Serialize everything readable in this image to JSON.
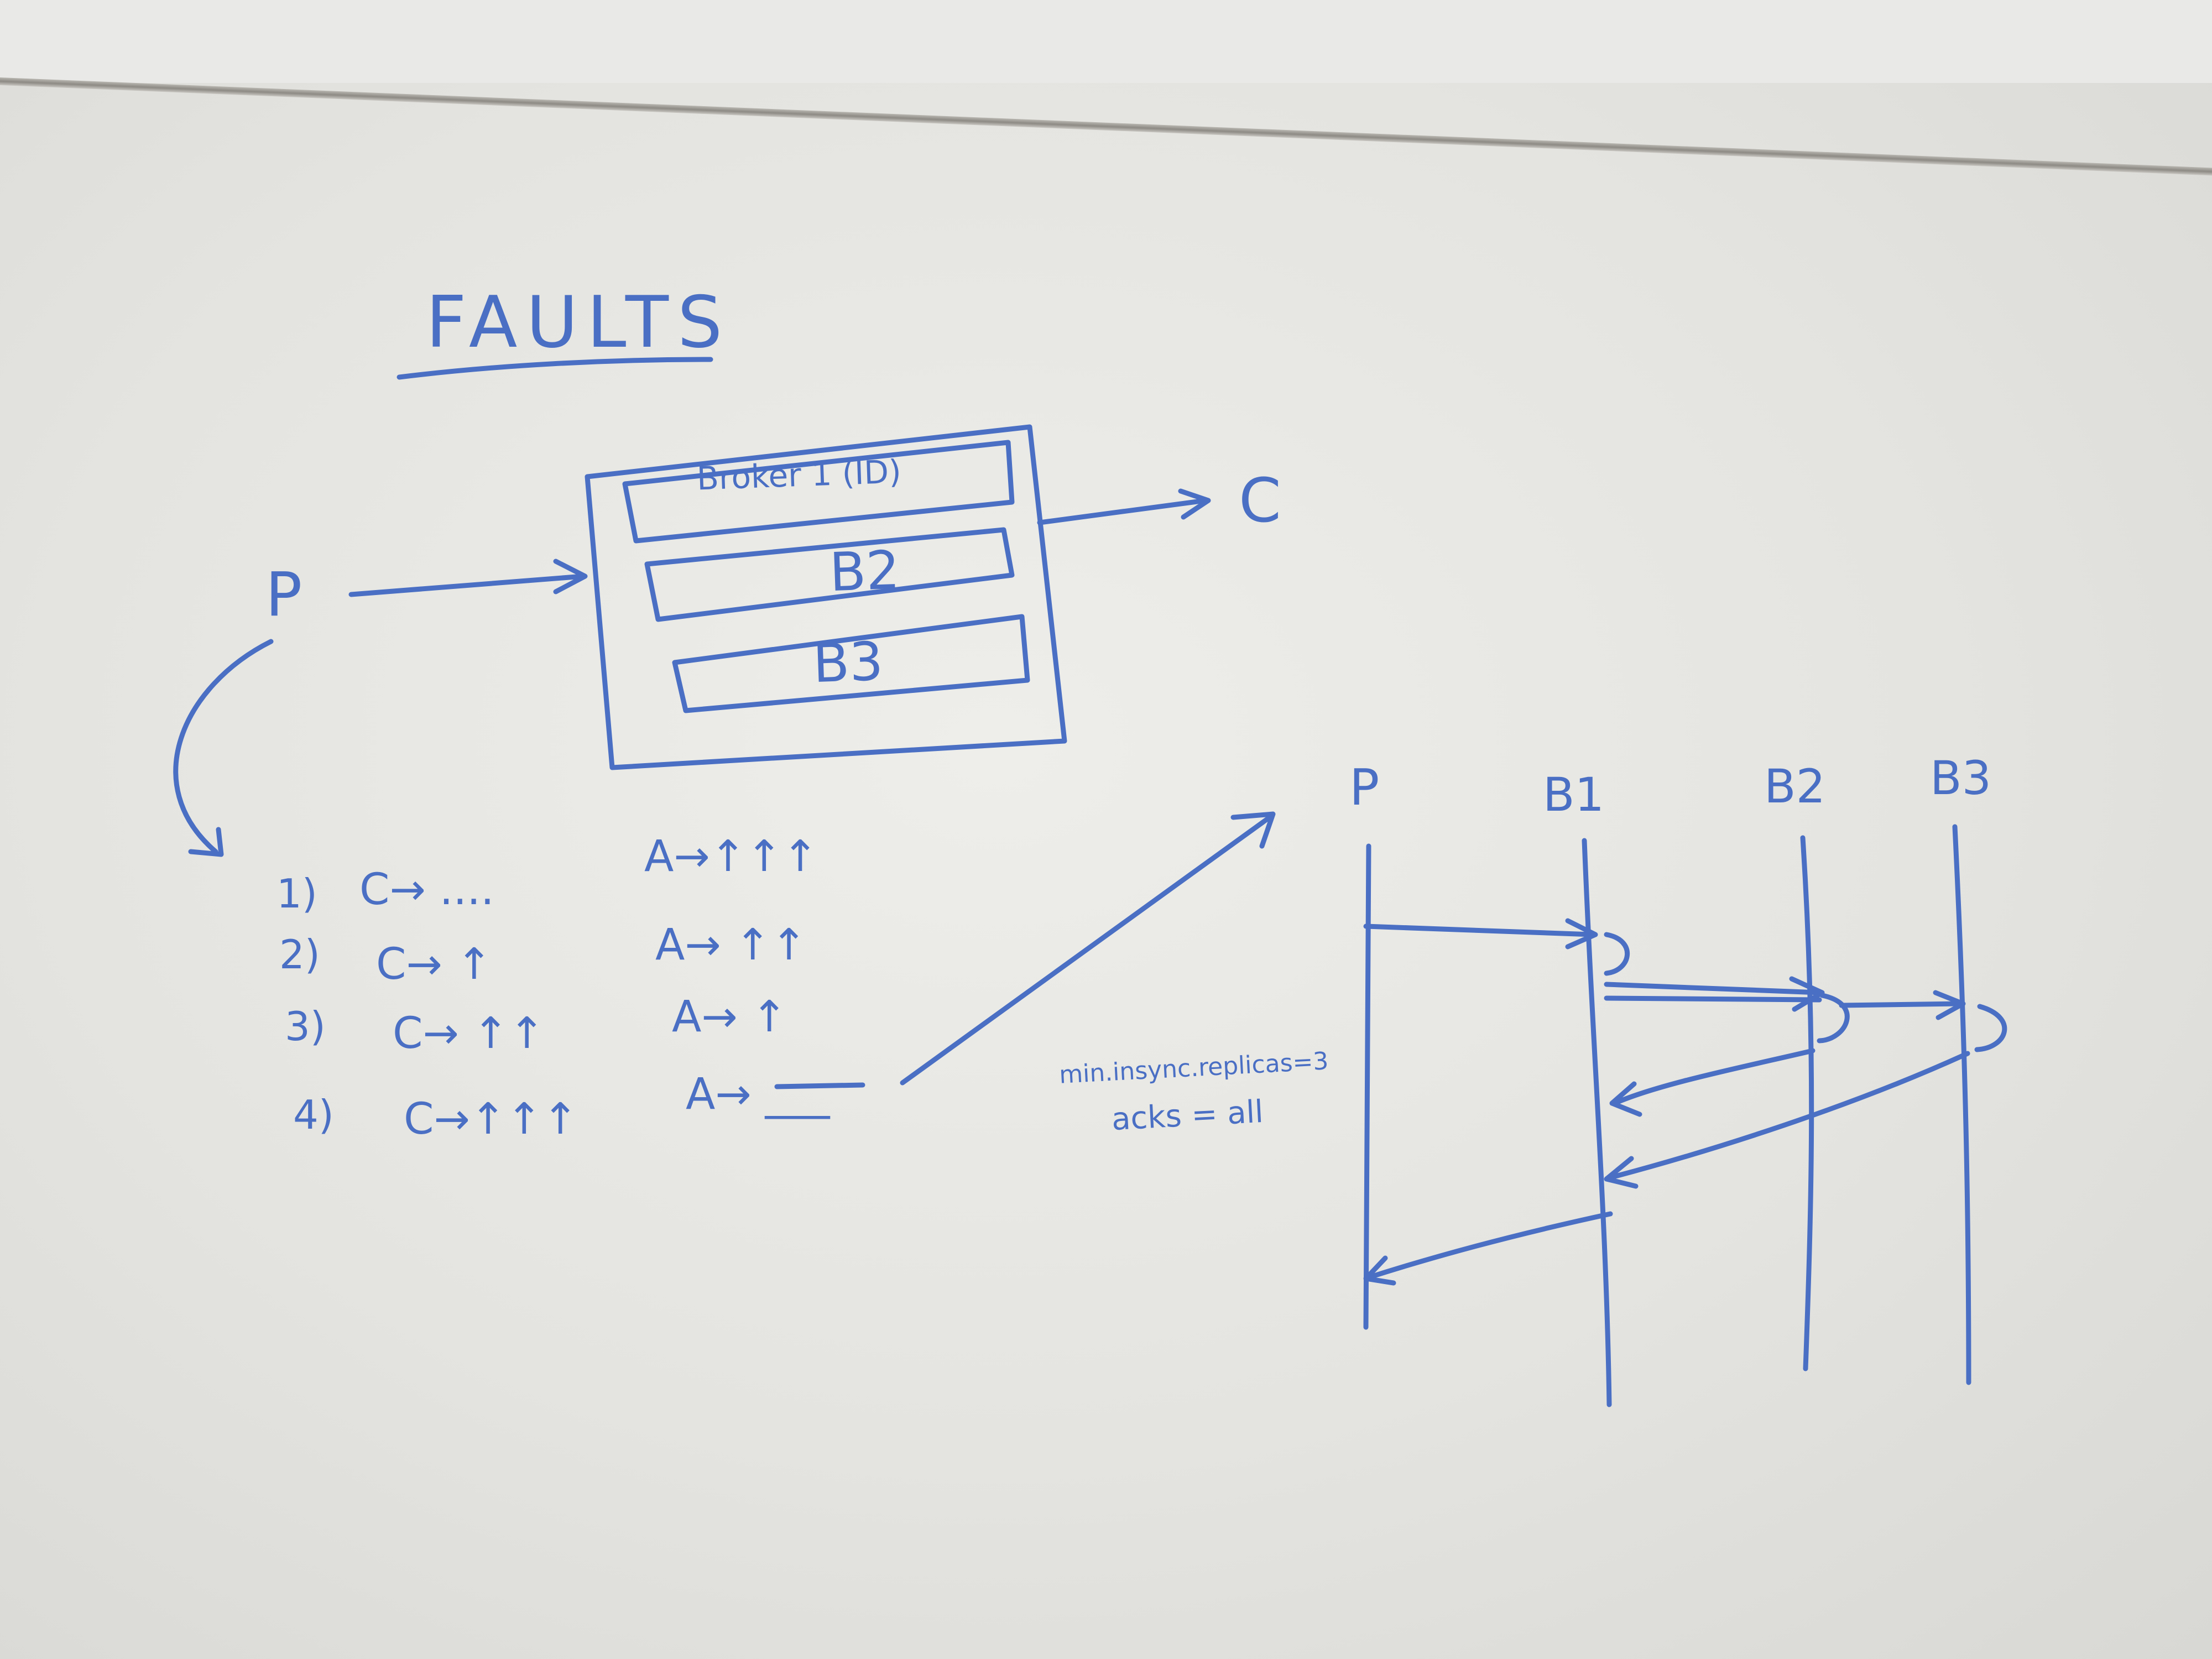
{
  "title": "FAULTS",
  "producer_label": "P",
  "consumer_label": "C",
  "cluster": {
    "brokers": [
      "Broker 1 (ID)",
      "B2",
      "B3"
    ]
  },
  "cases": [
    {
      "num": "1)",
      "c": "C→ ....",
      "a": "A→↑↑↑"
    },
    {
      "num": "2)",
      "c": "C→ ↑",
      "a": "A→ ↑↑"
    },
    {
      "num": "3)",
      "c": "C→ ↑↑",
      "a": "A→ ↑"
    },
    {
      "num": "4)",
      "c": "C→↑↑↑",
      "a": "A→ ___"
    }
  ],
  "sequence": {
    "lanes": [
      "P",
      "B1",
      "B2",
      "B3"
    ]
  },
  "config_note": {
    "line1": "min.insync.replicas=3",
    "line2": "acks = all"
  },
  "ink_color": "#4a6fc4"
}
